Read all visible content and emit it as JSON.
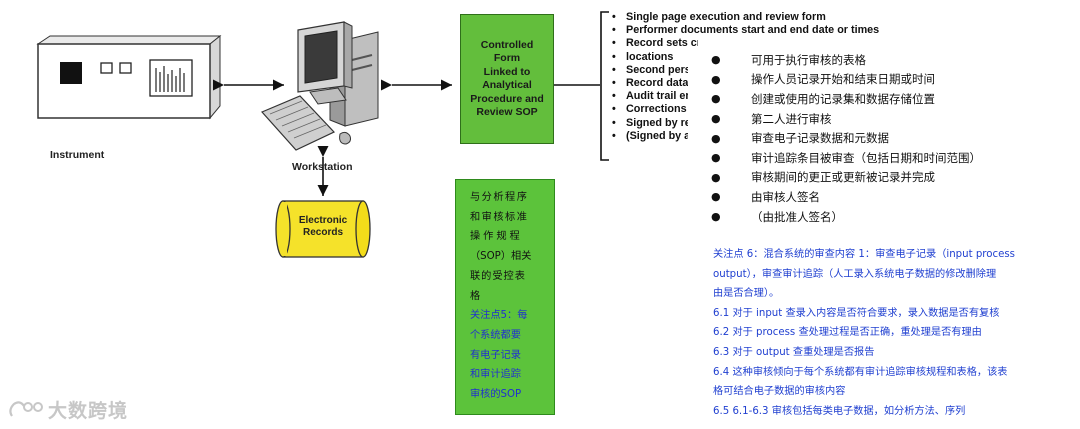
{
  "instrument": {
    "label": "Instrument"
  },
  "workstation": {
    "label": "Workstation"
  },
  "electronic_records": {
    "label_lines": [
      "Electronic",
      "Records"
    ]
  },
  "controlled_form": {
    "lines": [
      "Controlled",
      "Form",
      "Linked to",
      "Analytical",
      "Procedure and",
      "Review SOP"
    ]
  },
  "requirements_en": [
    "Single page execution and review form",
    "Performer documents start and end date or times",
    "Record sets created and data storage",
    "locations",
    "Second person review",
    "Record data and metadata review",
    "Audit trail entries reviewed",
    "Corrections or changes completed",
    "Signed by reviewer",
    "(Signed by approver)"
  ],
  "requirements_cn": [
    "可用于执行审核的表格",
    "操作人员记录开始和结束日期或时间",
    "创建或使用的记录集和数据存储位置",
    "第二人进行审核",
    "审查电子记录数据和元数据",
    "审计追踪条目被审查（包括日期和时间范围）",
    "审核期间的更正或更新被记录并完成",
    "由审核人签名",
    "（由批准人签名）"
  ],
  "sop_box": {
    "black_lines": [
      "与分析程序",
      "和审核标准",
      "操作规程",
      "（SOP）相关",
      "联的受控表",
      "格"
    ],
    "blue_lines": [
      "关注点5：每",
      "个系统都要",
      "有电子记录",
      "和审计追踪",
      "审核的SOP"
    ]
  },
  "focus6": {
    "lines": [
      "关注点 6：混合系统的审查内容 1：审查电子记录（input process",
      "output），审查审计追踪（人工录入系统电子数据的修改删除理",
      "由是否合理）。",
      "6.1 对于 input 查录入内容是否符合要求，录入数据是否有复核",
      "6.2 对于 process 查处理过程是否正确，重处理是否有理由",
      "6.3 对于 output 查重处理是否报告",
      "6.4 这种审核倾向于每个系统都有审计追踪审核规程和表格，该表",
      "格可结合电子数据的审核内容",
      "6.5 6.1-6.3 审核包括每类电子数据，如分析方法、序列"
    ]
  },
  "watermark": {
    "text": "大数跨境"
  }
}
